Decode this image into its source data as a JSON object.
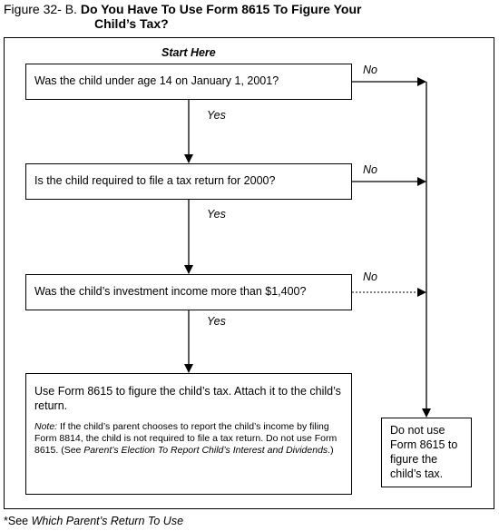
{
  "title": {
    "prefix": "Figure 32- B.",
    "text_line1": "Do You Have To Use Form 8615 To Figure Your",
    "text_line2": "Child’s Tax?"
  },
  "start_label": "Start Here",
  "questions": [
    {
      "text": "Was the child under age 14 on January 1, 2001?",
      "no": "No",
      "yes": "Yes"
    },
    {
      "text": "Is the child required to file a tax return for 2000?",
      "no": "No",
      "yes": "Yes"
    },
    {
      "text": "Was the child’s investment income more than $1,400?",
      "no": "No",
      "yes": "Yes"
    }
  ],
  "use_box": {
    "main": "Use Form 8615 to figure the child’s tax. Attach it to the child’s return.",
    "note_label": "Note:",
    "note_text": " If the child’s parent chooses to report the child’s income by filing Form 8814, the child is not required to file a tax return. Do not use Form 8615. (See ",
    "note_ref": "Parent’s Election To Report Child’s Interest and Dividends",
    "note_end": ".)"
  },
  "do_not_use": "Do not use Form 8615 to figure the child’s tax.",
  "footer": {
    "prefix": "*See ",
    "ref": "Which Parent’s Return To Use"
  }
}
